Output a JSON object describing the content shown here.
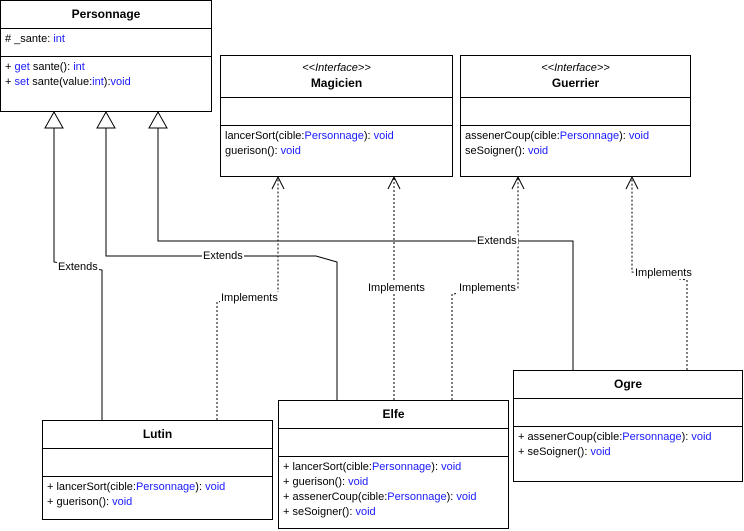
{
  "classes": {
    "personnage": {
      "name": "Personnage",
      "attributes": [
        {
          "prefix": "# _sante: ",
          "type": "int"
        }
      ],
      "methods": [
        {
          "vis": "+ ",
          "kw": "get",
          "rest": " sante(): ",
          "type": "int"
        },
        {
          "vis": "+ ",
          "kw": "set",
          "rest": " sante(value:",
          "type": "int",
          "rest2": "):",
          "type2": "void"
        }
      ]
    },
    "magicien": {
      "stereotype": "<<Interface>>",
      "name": "Magicien",
      "methods": [
        {
          "pre": "lancerSort(cible:",
          "param": "Personnage",
          "mid": "): ",
          "ret": "void"
        },
        {
          "pre": "guerison(): ",
          "ret": "void"
        }
      ]
    },
    "guerrier": {
      "stereotype": "<<Interface>>",
      "name": "Guerrier",
      "methods": [
        {
          "pre": "assenerCoup(cible:",
          "param": "Personnage",
          "mid": "): ",
          "ret": "void"
        },
        {
          "pre": "seSoigner(): ",
          "ret": "void"
        }
      ]
    },
    "lutin": {
      "name": "Lutin",
      "methods": [
        {
          "pre": "+ lancerSort(cible:",
          "param": "Personnage",
          "mid": "): ",
          "ret": "void"
        },
        {
          "pre": "+ guerison(): ",
          "ret": "void"
        }
      ]
    },
    "elfe": {
      "name": "Elfe",
      "methods": [
        {
          "pre": "+ lancerSort(cible:",
          "param": "Personnage",
          "mid": "): ",
          "ret": "void"
        },
        {
          "pre": "+ guerison(): ",
          "ret": "void"
        },
        {
          "pre": "+ assenerCoup(cible:",
          "param": "Personnage",
          "mid": "): ",
          "ret": "void"
        },
        {
          "pre": "+ seSoigner(): ",
          "ret": "void"
        }
      ]
    },
    "ogre": {
      "name": "Ogre",
      "methods": [
        {
          "pre": "+ assenerCoup(cible:",
          "param": "Personnage",
          "mid": "): ",
          "ret": "void"
        },
        {
          "pre": "+ seSoigner(): ",
          "ret": "void"
        }
      ]
    }
  },
  "relations": {
    "extends_label": "Extends",
    "implements_label": "Implements"
  },
  "colors": {
    "keyword": "#1a1aff",
    "line": "#000000"
  }
}
